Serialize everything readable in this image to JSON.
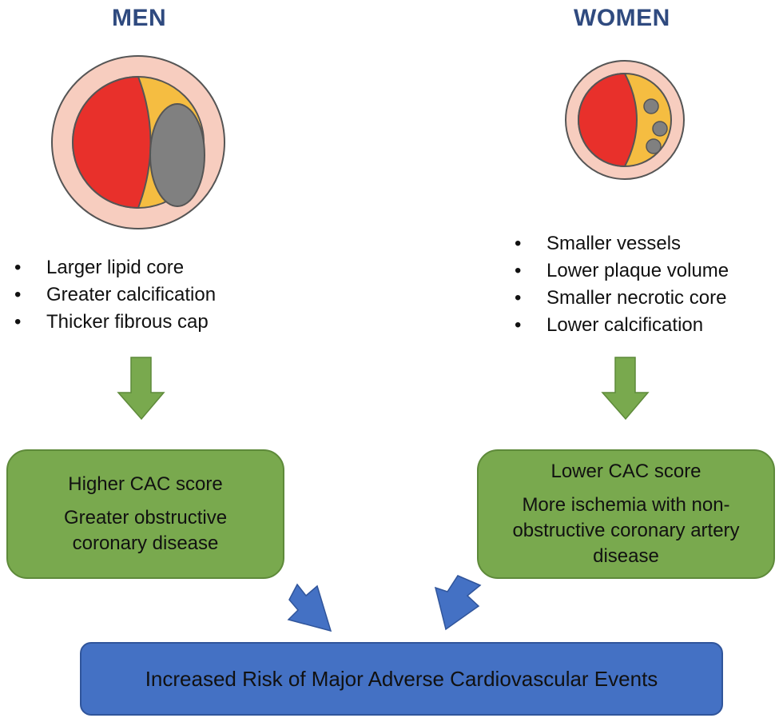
{
  "men": {
    "title": "MEN",
    "features": [
      "Larger lipid core",
      "Greater calcification",
      "Thicker fibrous cap"
    ],
    "outcome": [
      "Higher CAC score",
      "Greater obstructive coronary disease"
    ]
  },
  "women": {
    "title": "WOMEN",
    "features": [
      "Smaller vessels",
      "Lower plaque volume",
      "Smaller necrotic core",
      "Lower calcification"
    ],
    "outcome": [
      "Lower CAC score",
      "More ischemia with non-obstructive coronary artery disease"
    ]
  },
  "result": "Increased Risk of Major Adverse Cardiovascular Events",
  "colors": {
    "title": "#2f4a7f",
    "vessel_wall": "#f7cdbf",
    "lumen": "#e8302b",
    "plaque": "#f5bd41",
    "calcium": "#808080",
    "green_arrow": "#79a94e",
    "green_box": "#79a94e",
    "blue_arrow": "#4471c4",
    "result_box": "#4471c4"
  }
}
